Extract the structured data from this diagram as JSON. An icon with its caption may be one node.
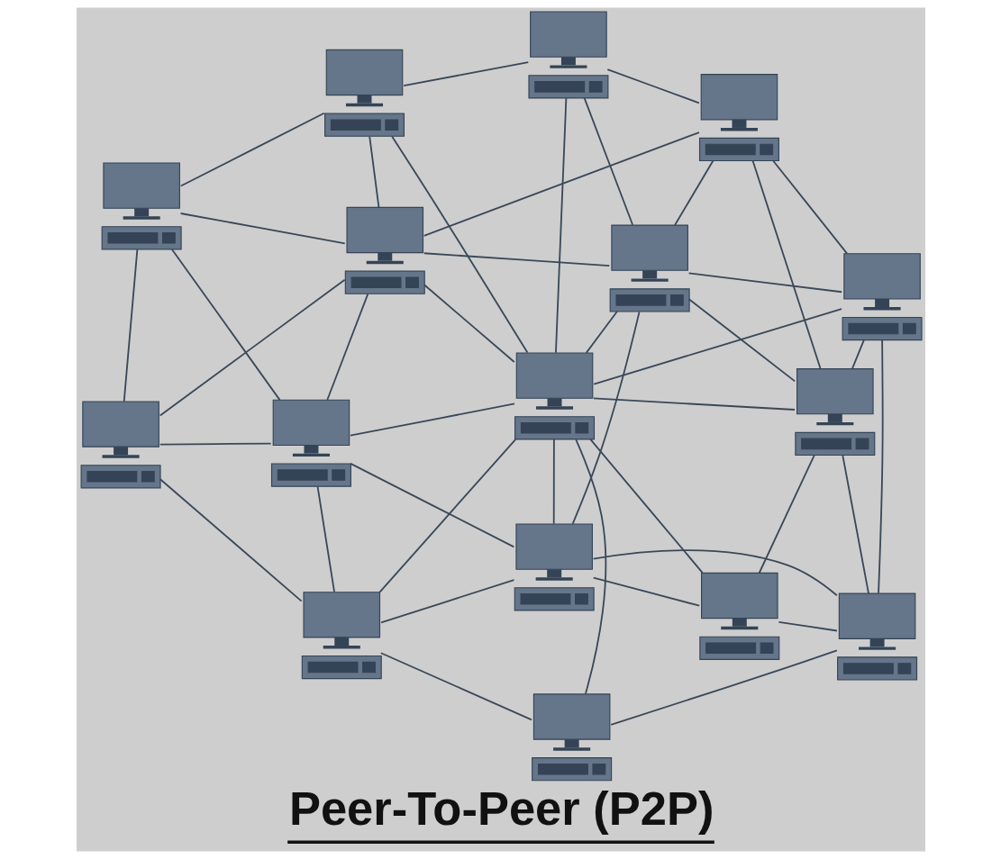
{
  "diagram": {
    "title": "Peer-To-Peer (P2P)",
    "nodes": [
      {
        "text": [],
        "shape": "computer"
      },
      {
        "text": [],
        "shape": "computer"
      },
      {
        "text": [],
        "shape": "computer"
      },
      {
        "text": [],
        "shape": "computer"
      },
      {
        "text": [],
        "shape": "computer"
      },
      {
        "text": [],
        "shape": "computer"
      },
      {
        "text": [],
        "shape": "computer"
      },
      {
        "text": [],
        "shape": "computer"
      },
      {
        "text": [],
        "shape": "computer"
      },
      {
        "text": [],
        "shape": "computer"
      },
      {
        "text": [],
        "shape": "computer"
      },
      {
        "text": [],
        "shape": "computer"
      },
      {
        "text": [],
        "shape": "computer"
      },
      {
        "text": [],
        "shape": "computer"
      },
      {
        "text": [],
        "shape": "computer"
      },
      {
        "text": [],
        "shape": "computer"
      }
    ],
    "edges": [
      {
        "from": 0,
        "to": 1,
        "arrow": "none"
      },
      {
        "from": 0,
        "to": 5,
        "arrow": "none"
      },
      {
        "from": 0,
        "to": 3,
        "arrow": "none"
      },
      {
        "from": 0,
        "to": 2,
        "arrow": "none"
      },
      {
        "from": 1,
        "to": 4,
        "arrow": "none"
      },
      {
        "from": 1,
        "to": 5,
        "arrow": "none"
      },
      {
        "from": 1,
        "to": 3,
        "arrow": "none"
      },
      {
        "from": 2,
        "to": 3,
        "arrow": "none"
      },
      {
        "from": 2,
        "to": 7,
        "arrow": "none"
      },
      {
        "from": 2,
        "to": 6,
        "arrow": "none"
      },
      {
        "from": 3,
        "to": 5,
        "arrow": "none"
      },
      {
        "from": 3,
        "to": 7,
        "arrow": "none"
      },
      {
        "from": 3,
        "to": 11,
        "arrow": "none"
      },
      {
        "from": 3,
        "to": 10,
        "arrow": "none"
      },
      {
        "from": 4,
        "to": 5,
        "arrow": "none"
      },
      {
        "from": 4,
        "to": 7,
        "arrow": "none"
      },
      {
        "from": 4,
        "to": 8,
        "arrow": "none"
      },
      {
        "from": 4,
        "to": 9,
        "arrow": "none"
      },
      {
        "from": 5,
        "to": 7,
        "arrow": "none"
      },
      {
        "from": 5,
        "to": 8,
        "arrow": "none"
      },
      {
        "from": 6,
        "to": 7,
        "arrow": "none"
      },
      {
        "from": 6,
        "to": 11,
        "arrow": "none"
      },
      {
        "from": 6,
        "to": 10,
        "arrow": "none"
      },
      {
        "from": 7,
        "to": 8,
        "arrow": "none"
      },
      {
        "from": 7,
        "to": 9,
        "arrow": "none"
      },
      {
        "from": 7,
        "to": 11,
        "arrow": "none"
      },
      {
        "from": 7,
        "to": 12,
        "arrow": "none"
      },
      {
        "from": 7,
        "to": 13,
        "arrow": "none"
      },
      {
        "from": 7,
        "to": 15,
        "arrow": "none"
      },
      {
        "from": 8,
        "to": 11,
        "arrow": "none"
      },
      {
        "from": 8,
        "to": 12,
        "arrow": "none"
      },
      {
        "from": 8,
        "to": 14,
        "arrow": "none"
      },
      {
        "from": 9,
        "to": 14,
        "arrow": "none"
      },
      {
        "from": 10,
        "to": 11,
        "arrow": "none"
      },
      {
        "from": 10,
        "to": 13,
        "arrow": "none"
      },
      {
        "from": 10,
        "to": 15,
        "arrow": "none"
      },
      {
        "from": 11,
        "to": 13,
        "arrow": "none"
      },
      {
        "from": 11,
        "to": 15,
        "arrow": "none"
      },
      {
        "from": 12,
        "to": 14,
        "arrow": "none"
      },
      {
        "from": 12,
        "to": 13,
        "arrow": "none"
      },
      {
        "from": 13,
        "to": 14,
        "arrow": "none"
      },
      {
        "from": 13,
        "to": 15,
        "arrow": "none"
      },
      {
        "from": 14,
        "to": 15,
        "arrow": "none"
      }
    ]
  }
}
